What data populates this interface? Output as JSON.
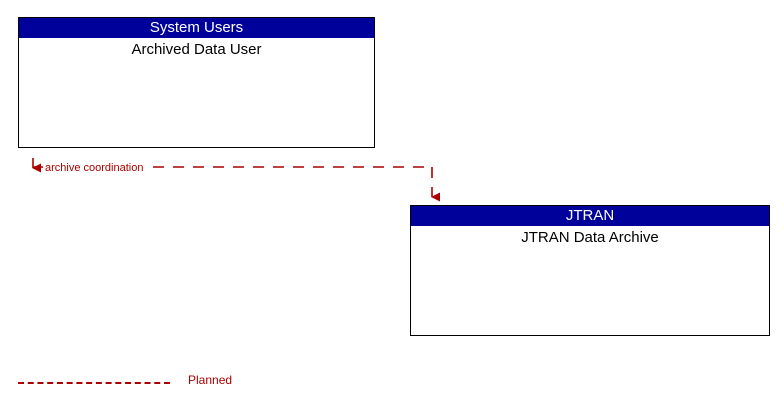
{
  "diagram": {
    "title": "Archived Data User - JTRAN Data Archive",
    "background_color": "#FFFFFF",
    "entities": [
      {
        "id": "system-users",
        "header": "System Users",
        "name": "Archived Data User",
        "header_color": "#00009B",
        "header_text_color": "#FFFFFF",
        "border_color": "#000000",
        "body_color": "#FFFFFF"
      },
      {
        "id": "jtran",
        "header": "JTRAN",
        "name": "JTRAN Data Archive",
        "header_color": "#00009B",
        "header_text_color": "#FFFFFF",
        "border_color": "#000000",
        "body_color": "#FFFFFF"
      }
    ],
    "flows": [
      {
        "id": "archive-coordination",
        "label": "archive coordination",
        "color": "#AA0000",
        "style": "dashed",
        "from": "jtran",
        "to": "system-users",
        "bidirectional": true
      }
    ],
    "legend": {
      "entries": [
        {
          "id": "planned",
          "label": "Planned",
          "color": "#AA0000",
          "style": "dashed"
        }
      ]
    }
  }
}
